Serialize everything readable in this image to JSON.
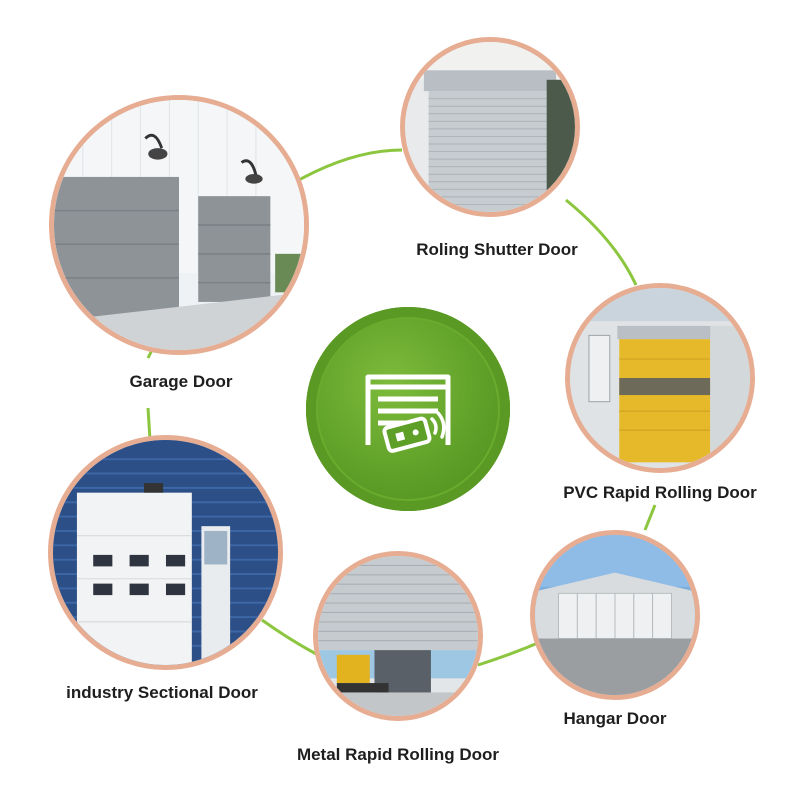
{
  "labels": {
    "garage": "Garage Door",
    "rolling_shutter": "Roling Shutter Door",
    "pvc_rapid": "PVC Rapid Rolling Door",
    "hangar": "Hangar Door",
    "metal_rapid": "Metal Rapid Rolling Door",
    "industry_sectional": "industry Sectional Door"
  },
  "colors": {
    "connector": "#8cc63f",
    "ring": "#e6ad92",
    "hub": "#5e9f28"
  },
  "center_icon": "door-remote-icon"
}
